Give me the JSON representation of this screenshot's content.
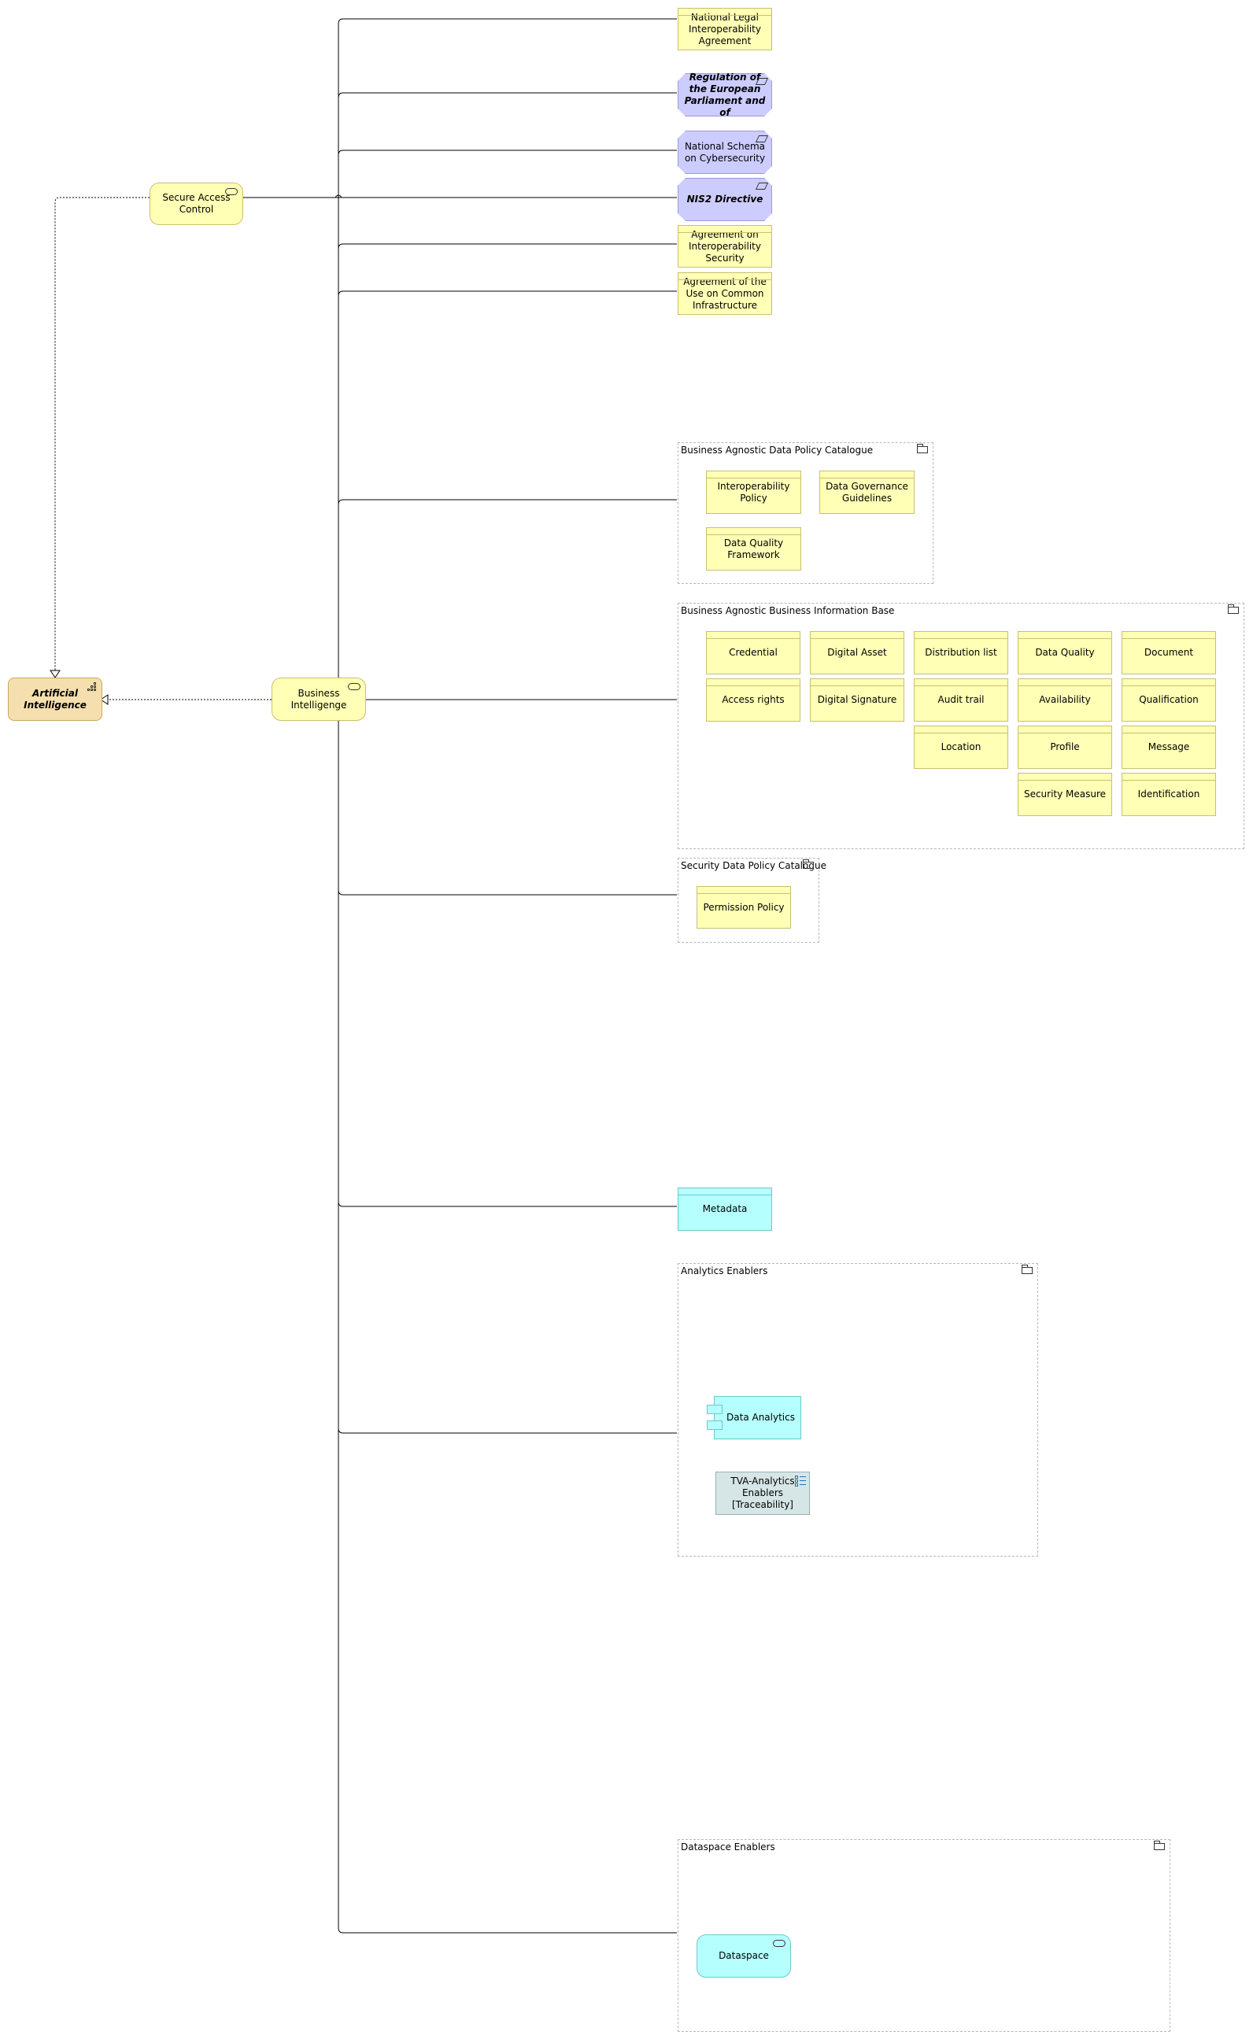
{
  "elements": {
    "artificial_intelligence": "Artificial Intelligence",
    "business_intelligence": "Business Intelligenge",
    "secure_access_control": "Secure Access Control",
    "national_legal": "National Legal Interoperability Agreement",
    "regulation": "Regulation of the European Parliament and of",
    "national_schema": "National Schema on Cybersecurity",
    "nis2": "NIS2 Directive",
    "agreement_security": "Agreement on Interoperability Security",
    "agreement_infra": "Agreement of the Use on Common Infrastructure",
    "metadata": "Metadata",
    "data_analytics": "Data Analytics",
    "tva": "TVA-Analytics Enablers [Traceability]",
    "dataspace": "Dataspace"
  },
  "groups": {
    "policy_catalogue": {
      "title": "Business Agnostic Data Policy Catalogue",
      "items": [
        "Interoperability Policy",
        "Data Governance Guidelines",
        "Data Quality Framework"
      ]
    },
    "info_base": {
      "title": "Business Agnostic Business Information Base",
      "items": [
        "Credential",
        "Digital Asset",
        "Distribution list",
        "Data Quality",
        "Document",
        "Access rights",
        "Digital Signature",
        "Audit trail",
        "Availability",
        "Qualification",
        "Location",
        "Profile",
        "Message",
        "Security Measure",
        "Identification"
      ]
    },
    "security_catalogue": {
      "title": "Security Data Policy Catalogue",
      "items": [
        "Permission Policy"
      ]
    },
    "analytics": {
      "title": "Analytics Enablers"
    },
    "dataspace_enablers": {
      "title": "Dataspace Enablers"
    }
  },
  "colors": {
    "business_object": "#ffffb5",
    "motivation": "#ccccff",
    "application": "#b5ffff",
    "capability": "#f5dfae",
    "tva": "#d6e6e6"
  },
  "icons": [
    "service-icon",
    "folder-icon",
    "parallelogram-icon",
    "capability-icon",
    "list-icon",
    "component-icon"
  ]
}
